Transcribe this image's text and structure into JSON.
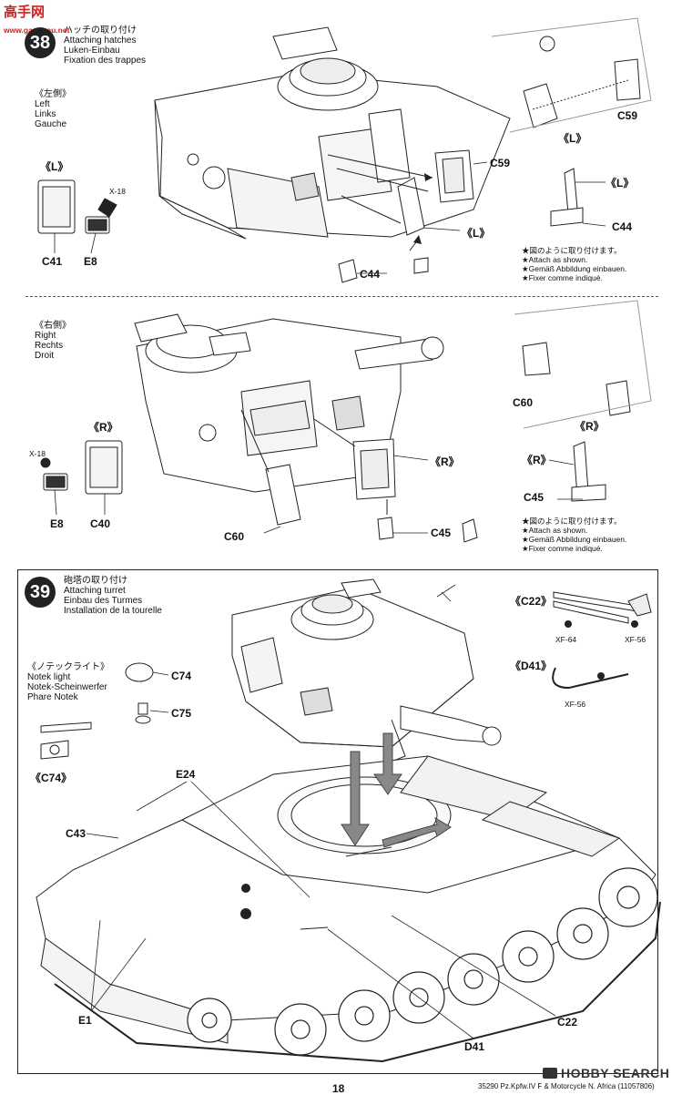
{
  "watermark": {
    "text": "高手网",
    "url": "www.gaoshou.net"
  },
  "step38": {
    "number": "38",
    "title_ja": "ハッチの取り付け",
    "title_en": "Attaching hatches",
    "title_de": "Luken-Einbau",
    "title_fr": "Fixation des trappes"
  },
  "left_side": {
    "ja": "《左側》",
    "en": "Left",
    "de": "Links",
    "fr": "Gauche"
  },
  "right_side": {
    "ja": "《右側》",
    "en": "Right",
    "de": "Rechts",
    "fr": "Droit"
  },
  "parts_left": {
    "L1": "《L》",
    "L2": "《L》",
    "L3": "《L》",
    "L4": "《L》",
    "x18": "X-18",
    "c41": "C41",
    "e8": "E8",
    "c59a": "C59",
    "c59b": "C59",
    "c44a": "C44",
    "c44b": "C44"
  },
  "parts_right": {
    "R1": "《R》",
    "R2": "《R》",
    "R3": "《R》",
    "R4": "《R》",
    "x18": "X-18",
    "e8": "E8",
    "c40": "C40",
    "c60a": "C60",
    "c60b": "C60",
    "c45a": "C45",
    "c45b": "C45"
  },
  "attach_note": {
    "ja": "★図のように取り付けます。",
    "en": "★Attach as shown.",
    "de": "★Gemäß Abbildung einbauen.",
    "fr": "★Fixer comme indiqué."
  },
  "step39": {
    "number": "39",
    "title_ja": "砲塔の取り付け",
    "title_en": "Attaching turret",
    "title_de": "Einbau des Turmes",
    "title_fr": "Installation de la tourelle"
  },
  "notek": {
    "ja": "《ノテックライト》",
    "en": "Notek light",
    "de": "Notek-Scheinwerfer",
    "fr": "Phare Notek",
    "c74": "C74",
    "c75": "C75",
    "c74b": "《C74》"
  },
  "tools": {
    "c22": "《C22》",
    "xf64": "XF-64",
    "xf56a": "XF-56",
    "d41": "《D41》",
    "xf56b": "XF-56"
  },
  "hull_parts": {
    "e24": "E24",
    "c43": "C43",
    "e1": "E1",
    "c22": "C22",
    "d41": "D41"
  },
  "footer": {
    "page": "18",
    "code": "35290 Pz.Kpfw.IV F & Motorcycle N. Africa (11057806)",
    "hobby": "HOBBY SEARCH"
  }
}
